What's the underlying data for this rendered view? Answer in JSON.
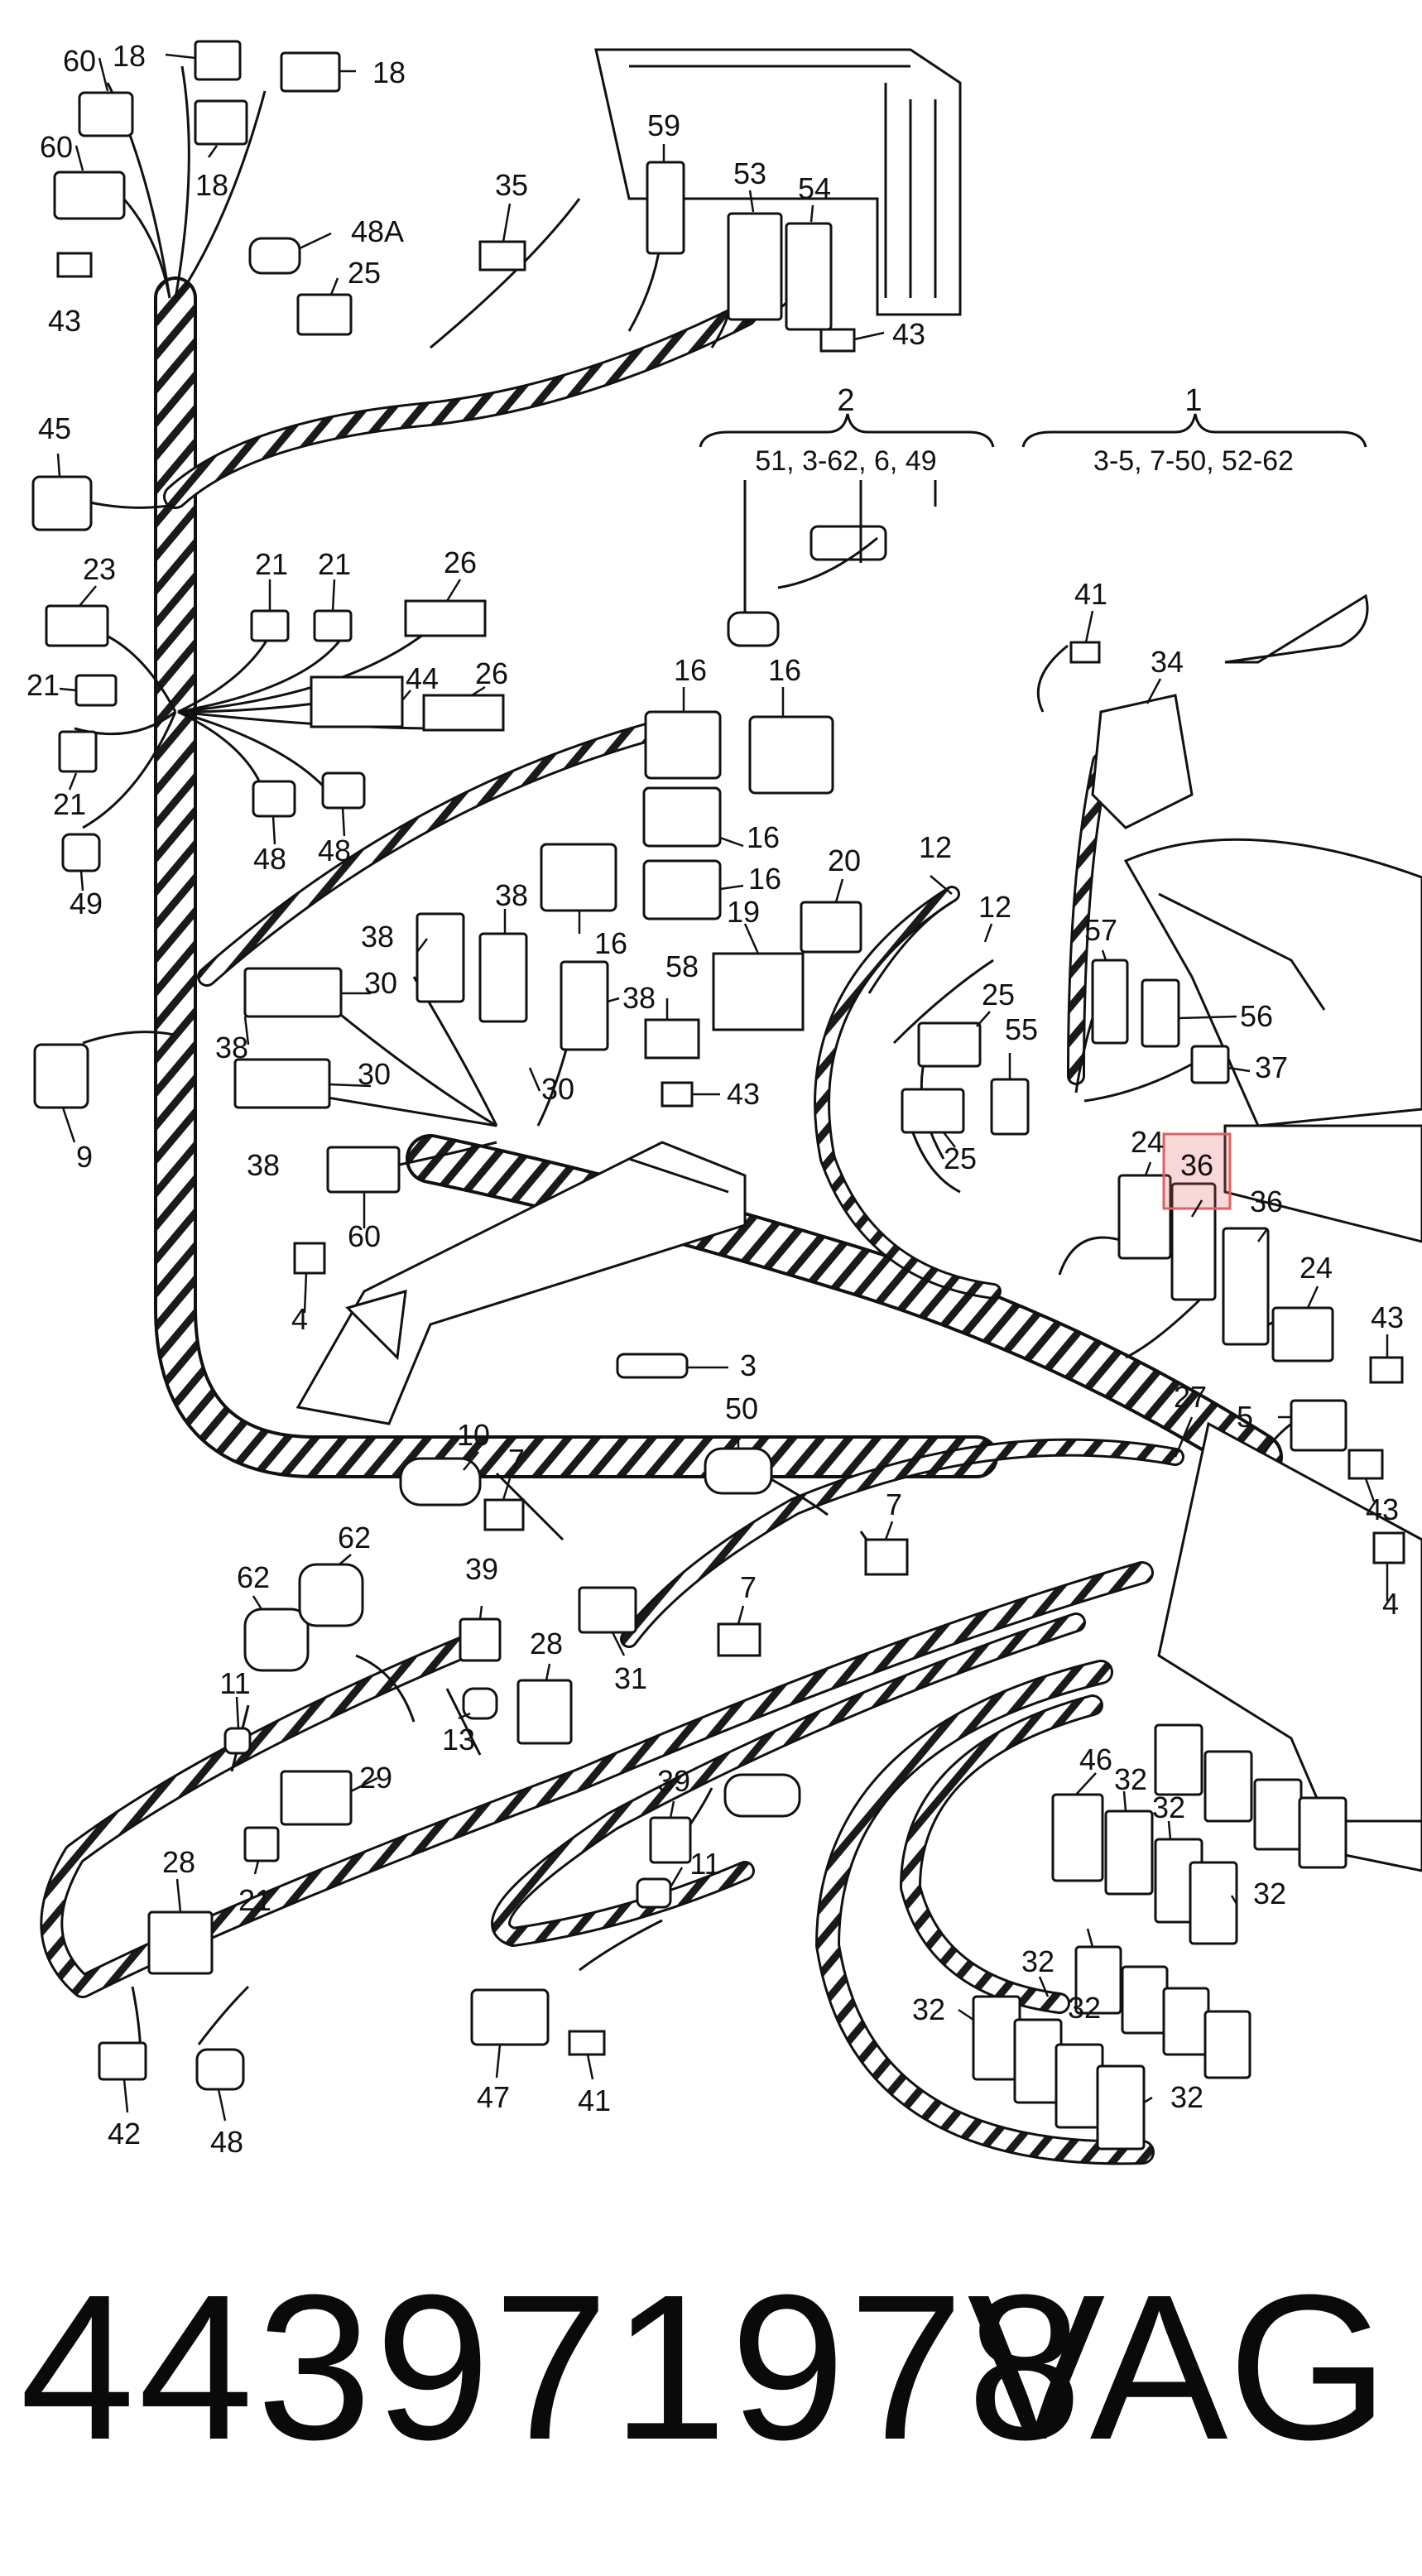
{
  "highlight_color": "#e06060",
  "groups": [
    {
      "id": "group-2",
      "title": "2",
      "ranges": "51, 3-62, 6, 49"
    },
    {
      "id": "group-1",
      "title": "1",
      "ranges": "3-5, 7-50, 52-62"
    }
  ],
  "callouts": {
    "c60a": "60",
    "c18a": "18",
    "c18b": "18",
    "c60b": "60",
    "c18c": "18",
    "c43a": "43",
    "c48A": "48A",
    "c25a": "25",
    "c35": "35",
    "c59": "59",
    "c53": "53",
    "c54": "54",
    "c43b": "43",
    "c45": "45",
    "c21a": "21",
    "c21b": "21",
    "c26a": "26",
    "c23": "23",
    "c44": "44",
    "c26b": "26",
    "c21c": "21",
    "c21d": "21",
    "c48a": "48",
    "c48b": "48",
    "c49": "49",
    "c41a": "41",
    "c34": "34",
    "c16a": "16",
    "c16b": "16",
    "c16c": "16",
    "c16d": "16",
    "c16e": "16",
    "c20": "20",
    "c12a": "12",
    "c12b": "12",
    "c38a": "38",
    "c38b": "38",
    "c38c": "38",
    "c38d": "38",
    "c38e": "38",
    "c30a": "30",
    "c30b": "30",
    "c30c": "30",
    "c19": "19",
    "c58": "58",
    "c43c": "43",
    "c25b": "25",
    "c55": "55",
    "c25c": "25",
    "c57": "57",
    "c56": "56",
    "c37": "37",
    "c9": "9",
    "c60c": "60",
    "c24a": "24",
    "c36a": "36",
    "c36b": "36",
    "c24b": "24",
    "c43d": "43",
    "c4a": "4",
    "c3": "3",
    "c50": "50",
    "c27": "27",
    "c5": "5",
    "c43e": "43",
    "c4b": "4",
    "c10": "10",
    "c7a": "7",
    "c7b": "7",
    "c7c": "7",
    "c62a": "62",
    "c62b": "62",
    "c39a": "39",
    "c28a": "28",
    "c31": "31",
    "c11a": "11",
    "c13": "13",
    "c29": "29",
    "c39b": "39",
    "c11b": "11",
    "c28b": "28",
    "c21e": "21",
    "c46": "46",
    "c32a": "32",
    "c32b": "32",
    "c32c": "32",
    "c32d": "32",
    "c32e": "32",
    "c32f": "32",
    "c32g": "32",
    "c42": "42",
    "c48c": "48",
    "c47": "47",
    "c41b": "41"
  },
  "footer": {
    "part_number": "443971978",
    "brand": "VAG"
  }
}
